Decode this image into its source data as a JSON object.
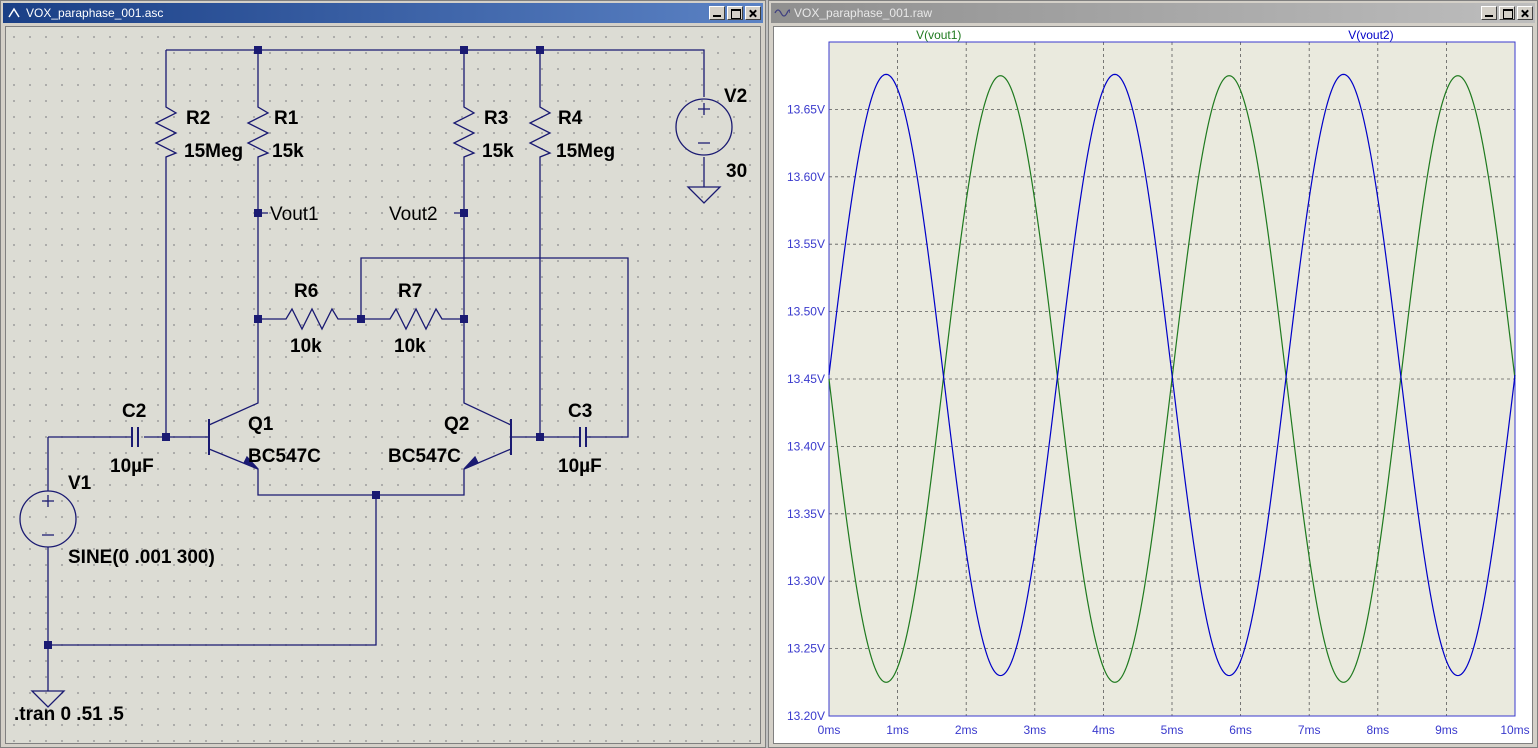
{
  "schematic_window": {
    "title": "VOX_paraphase_001.asc",
    "components": {
      "R1": {
        "name": "R1",
        "value": "15k"
      },
      "R2": {
        "name": "R2",
        "value": "15Meg"
      },
      "R3": {
        "name": "R3",
        "value": "15k"
      },
      "R4": {
        "name": "R4",
        "value": "15Meg"
      },
      "R6": {
        "name": "R6",
        "value": "10k"
      },
      "R7": {
        "name": "R7",
        "value": "10k"
      },
      "C2": {
        "name": "C2",
        "value": "10µF"
      },
      "C3": {
        "name": "C3",
        "value": "10µF"
      },
      "Q1": {
        "name": "Q1",
        "value": "BC547C"
      },
      "Q2": {
        "name": "Q2",
        "value": "BC547C"
      },
      "V1": {
        "name": "V1",
        "value": "SINE(0 .001 300)"
      },
      "V2": {
        "name": "V2",
        "value": "30"
      }
    },
    "net_labels": {
      "vout1": "Vout1",
      "vout2": "Vout2"
    },
    "directive": ".tran 0 .51 .5"
  },
  "waveform_window": {
    "title": "VOX_paraphase_001.raw",
    "colors": {
      "vout1": "#1f7a1f",
      "vout2": "#0000c8",
      "axis": "#3a3acd",
      "grid": "#5a5a5a",
      "plot_bg": "#eaeade"
    },
    "chart_data": {
      "type": "line",
      "x": {
        "label": "",
        "range": [
          0,
          10
        ],
        "ticks": [
          "0ms",
          "1ms",
          "2ms",
          "3ms",
          "4ms",
          "5ms",
          "6ms",
          "7ms",
          "8ms",
          "9ms",
          "10ms"
        ]
      },
      "y": {
        "label": "",
        "range": [
          13.2,
          13.7
        ],
        "ticks": [
          "13.20V",
          "13.25V",
          "13.30V",
          "13.35V",
          "13.40V",
          "13.45V",
          "13.50V",
          "13.55V",
          "13.60V",
          "13.65V"
        ]
      },
      "grid": true,
      "series": [
        {
          "name": "V(vout1)",
          "key": "vout1",
          "offset": 13.45,
          "amplitude": 0.225,
          "frequency_hz": 300,
          "phase": "inverted"
        },
        {
          "name": "V(vout2)",
          "key": "vout2",
          "offset": 13.453,
          "amplitude": 0.223,
          "frequency_hz": 300,
          "phase": "normal"
        }
      ]
    }
  }
}
